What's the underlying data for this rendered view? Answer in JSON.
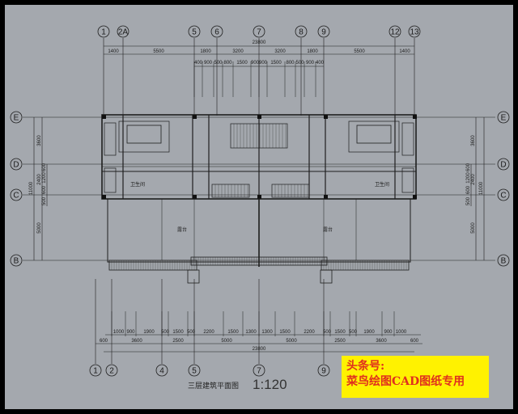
{
  "drawing": {
    "title": "三层建筑平面图",
    "scale": "1:120",
    "colors": {
      "background": "#a4a8ae",
      "lines": "#1e1e1e",
      "frame": "#000000",
      "watermark_bg": "#fff200",
      "watermark_text": "#e0301e"
    }
  },
  "watermark": {
    "line1": "头条号:",
    "line2": "菜鸟绘图CAD图纸专用"
  },
  "axes_top": [
    "1",
    "2A",
    "5",
    "6",
    "7",
    "8",
    "9",
    "12",
    "13"
  ],
  "axes_bottom": [
    "1",
    "2",
    "4",
    "5",
    "7",
    "9"
  ],
  "axes_rows": [
    "E",
    "D",
    "C",
    "B"
  ],
  "dims_top": {
    "total": "23800",
    "row1": [
      "1400",
      "5500",
      "1800",
      "3200",
      "3200",
      "1800",
      "5500",
      "1400"
    ],
    "row2": [
      "400",
      "900",
      "500",
      "800",
      "1500",
      "900",
      "900",
      "1500",
      "800",
      "500",
      "900",
      "400"
    ]
  },
  "dims_bottom": {
    "row1": [
      "1000",
      "900",
      "1900",
      "500",
      "1500",
      "500",
      "2200",
      "1500",
      "1300",
      "1300",
      "1500",
      "2200",
      "500",
      "1500",
      "500",
      "1900",
      "900",
      "1000"
    ],
    "row2": [
      "600",
      "3600",
      "2500",
      "5000",
      "5000",
      "2500",
      "3600",
      "600"
    ],
    "total": "23800"
  },
  "dims_side": {
    "total": "11000",
    "main": [
      "3600",
      "2400",
      "5000"
    ],
    "detail": [
      "600",
      "1200",
      "600",
      "500"
    ]
  },
  "rooms": [
    "露台",
    "露台",
    "卫生间",
    "卫生间"
  ]
}
